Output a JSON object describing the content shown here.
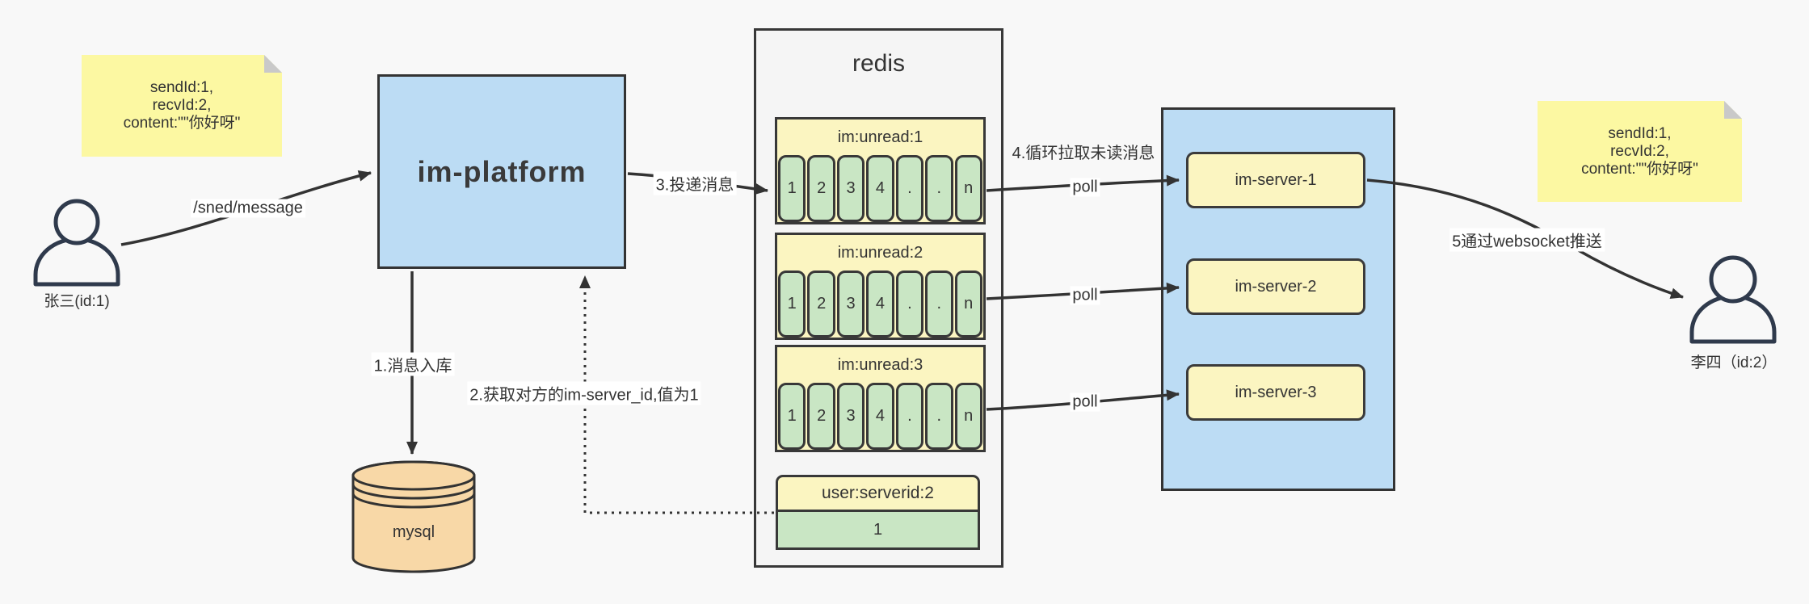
{
  "notes": {
    "left": {
      "lines": [
        "sendId:1,",
        "recvId:2,",
        "content:\"\"你好呀\""
      ]
    },
    "right": {
      "lines": [
        "sendId:1,",
        "recvId:2,",
        "content:\"\"你好呀\""
      ]
    }
  },
  "actors": {
    "sender": {
      "label": "张三(id:1)"
    },
    "receiver": {
      "label": "李四（id:2）"
    }
  },
  "platform": {
    "label": "im-platform"
  },
  "database": {
    "label": "mysql"
  },
  "redis": {
    "title": "redis",
    "queues": [
      {
        "header": "im:unread:1",
        "cells": [
          "1",
          "2",
          "3",
          "4",
          ".",
          ".",
          "n"
        ]
      },
      {
        "header": "im:unread:2",
        "cells": [
          "1",
          "2",
          "3",
          "4",
          ".",
          ".",
          "n"
        ]
      },
      {
        "header": "im:unread:3",
        "cells": [
          "1",
          "2",
          "3",
          "4",
          ".",
          ".",
          "n"
        ]
      }
    ],
    "mapping": {
      "header": "user:serverid:2",
      "value": "1"
    }
  },
  "servers": [
    {
      "label": "im-server-1"
    },
    {
      "label": "im-server-2"
    },
    {
      "label": "im-server-3"
    }
  ],
  "edges": {
    "send_api": "/sned/message",
    "store_message": "1.消息入库",
    "get_server_id": "2.获取对方的im-server_id,值为1",
    "deliver": "3.投递消息",
    "poll_loop": "4.循环拉取未读消息",
    "poll_1": "poll",
    "poll_2": "poll",
    "poll_3": "poll",
    "push": "5通过websocket推送"
  },
  "colors": {
    "background": "#f8f8f8",
    "note_fill": "#fcf8a2",
    "note_fold": "#c9c9c9",
    "platform_fill": "#bcdcf4",
    "server_panel_fill": "#bcdcf4",
    "server_box_fill": "#fbf5c1",
    "queue_header_fill": "#fbf5c1",
    "cell_fill": "#c9e6c4",
    "mysql_fill": "#f8d8a7",
    "redis_fill": "#f5f5f5",
    "stroke": "#333333",
    "actor_stroke": "#2f3a4c"
  }
}
